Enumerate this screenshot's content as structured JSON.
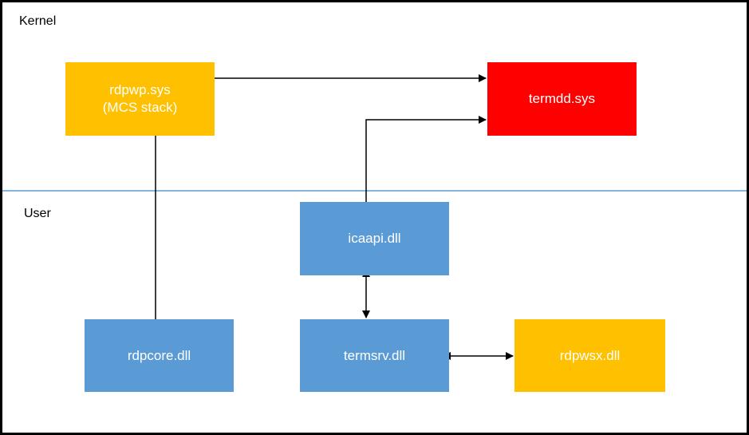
{
  "regions": {
    "kernel": "Kernel",
    "user": "User"
  },
  "colors": {
    "kernel_module": "#ffc000",
    "kernel_core": "#ff0000",
    "user_module": "#5b9bd5",
    "divider": "#5b9bd5",
    "line": "#000000"
  },
  "nodes": {
    "rdpwp": {
      "line1": "rdpwp.sys",
      "line2": "(MCS stack)"
    },
    "termdd": {
      "label": "termdd.sys"
    },
    "icaapi": {
      "label": "icaapi.dll"
    },
    "rdpcore": {
      "label": "rdpcore.dll"
    },
    "termsrv": {
      "label": "termsrv.dll"
    },
    "rdpwsx": {
      "label": "rdpwsx.dll"
    }
  }
}
